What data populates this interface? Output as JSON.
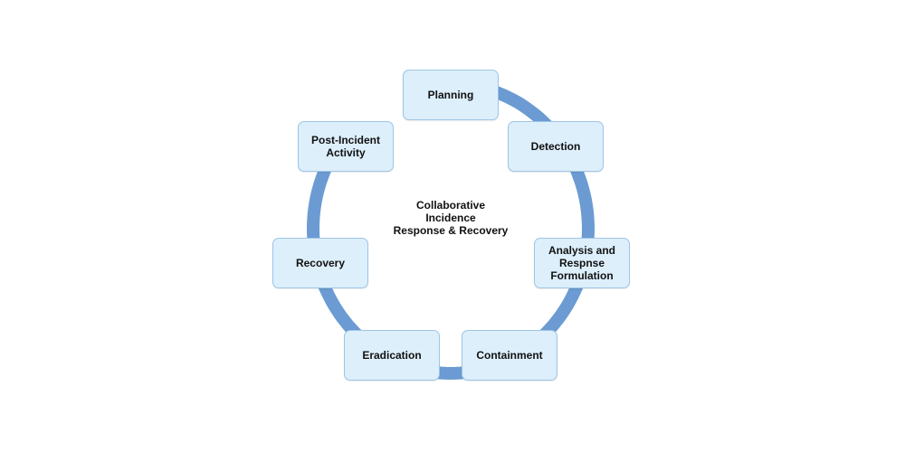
{
  "diagram": {
    "center_title": "Collaborative\nIncidence\nResponse & Recovery",
    "cycle_color": "#6b9bd2",
    "node_fill": "#ddeffb",
    "node_border": "#9ec5e6",
    "nodes": [
      {
        "id": "planning",
        "label": "Planning"
      },
      {
        "id": "detection",
        "label": "Detection"
      },
      {
        "id": "analysis",
        "label": "Analysis and\nRespnse\nFormulation"
      },
      {
        "id": "containment",
        "label": "Containment"
      },
      {
        "id": "eradication",
        "label": "Eradication"
      },
      {
        "id": "recovery",
        "label": "Recovery"
      },
      {
        "id": "post-incident",
        "label": "Post-Incident\nActivity"
      }
    ]
  }
}
